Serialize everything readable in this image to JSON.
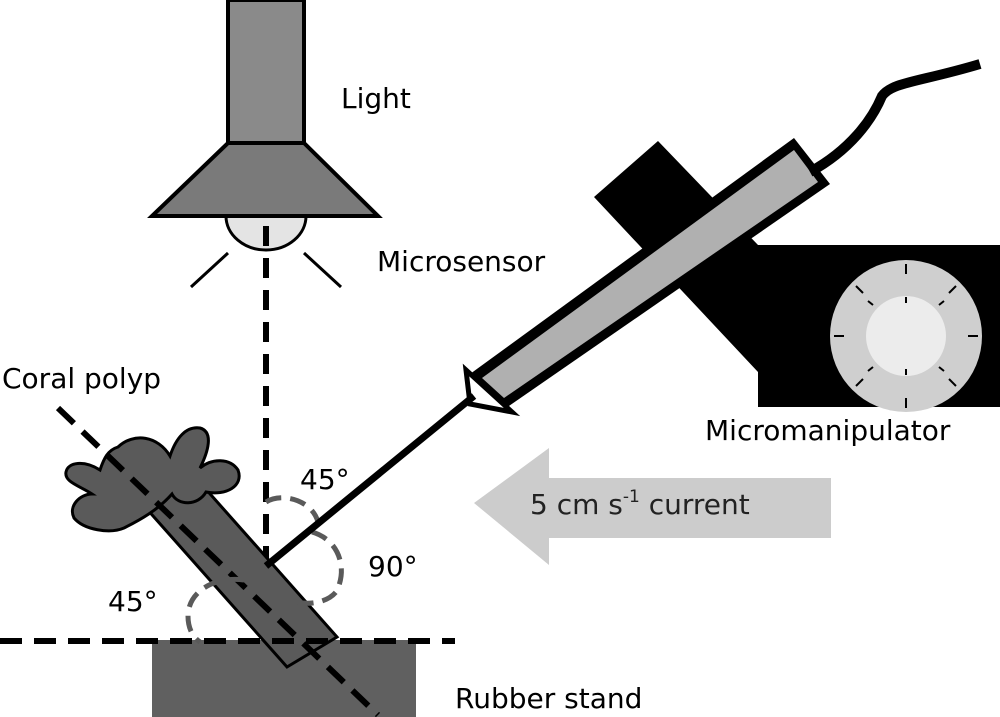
{
  "labels": {
    "light": "Light",
    "microsensor": "Microsensor",
    "coral_polyp": "Coral polyp",
    "micromanipulator": "Micromanipulator",
    "rubber_stand": "Rubber stand",
    "angle_left": "45°",
    "angle_top": "45°",
    "angle_right": "90°"
  },
  "current": {
    "prefix": "5 cm s",
    "exponent": "-1",
    "suffix": " current"
  },
  "colors": {
    "black": "#000000",
    "lamp_gray": "#8a8a8a",
    "lamp_shade": "#7a7a7a",
    "bulb": "#e4e4e4",
    "coral": "#5a5a5a",
    "stand": "#606060",
    "sensor_fill": "#b0b0b0",
    "dial_outer": "#cfcfcf",
    "dial_inner": "#ececec",
    "arrow": "#cccccc",
    "angle_arc": "#5a5a5a"
  }
}
